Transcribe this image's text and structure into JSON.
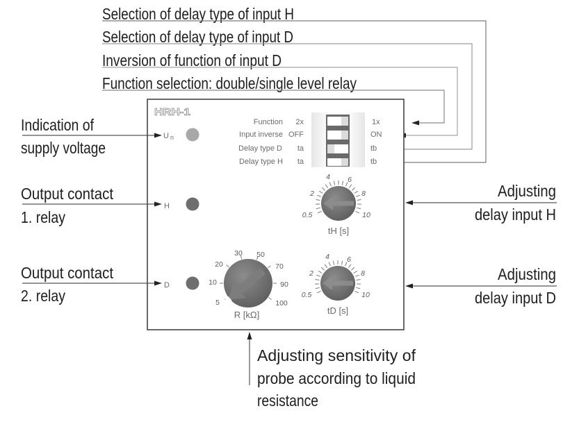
{
  "top_annotations": [
    {
      "text": "Selection of delay type of input H"
    },
    {
      "text": "Selection of delay type of input D"
    },
    {
      "text": "Inversion of function of input D"
    },
    {
      "text": "Function selection: double/single level relay"
    }
  ],
  "left_annotations": {
    "supply": {
      "line1": "Indication of",
      "line2": "supply voltage"
    },
    "relay1": {
      "line1": "Output contact",
      "line2": "1. relay"
    },
    "relay2": {
      "line1": "Output contact",
      "line2": "2. relay"
    }
  },
  "right_annotations": {
    "delay_h": {
      "line1": "Adjusting",
      "line2": "delay input H"
    },
    "delay_d": {
      "line1": "Adjusting",
      "line2": "delay input D"
    }
  },
  "bottom_annotation": {
    "line1": "Adjusting sensitivity of",
    "line2": "probe according to liquid",
    "line3": "resistance"
  },
  "device": {
    "model": "HRH-1",
    "indicators": {
      "supply_main": "U",
      "supply_sub": "n",
      "h": "H",
      "d": "D",
      "supply_led_color": "#a8a8a8",
      "relay_led_color": "#6e6e6e"
    },
    "switch_rows": [
      {
        "label": "Function",
        "left": "2x",
        "right": "1x",
        "position": "right"
      },
      {
        "label": "Input inverse",
        "left": "OFF",
        "right": "ON",
        "position": "right"
      },
      {
        "label": "Delay type D",
        "left": "ta",
        "right": "tb",
        "position": "left"
      },
      {
        "label": "Delay type H",
        "left": "ta",
        "right": "tb",
        "position": "right"
      }
    ],
    "knobs": {
      "tH": {
        "label": "tH [s]",
        "scale": [
          "0.5",
          "2",
          "4",
          "6",
          "8",
          "10"
        ],
        "approx_setting": "1"
      },
      "tD": {
        "label": "tD [s]",
        "scale": [
          "0.5",
          "2",
          "4",
          "6",
          "8",
          "10"
        ],
        "approx_setting": "1"
      },
      "R": {
        "label": "R [kΩ]",
        "scale": [
          "5",
          "10",
          "20",
          "30",
          "50",
          "70",
          "90",
          "100"
        ],
        "approx_setting": "6"
      }
    }
  },
  "colors": {
    "knob": "#6a6a6a",
    "frame": "#444444",
    "leader": "#7a7a7a"
  }
}
